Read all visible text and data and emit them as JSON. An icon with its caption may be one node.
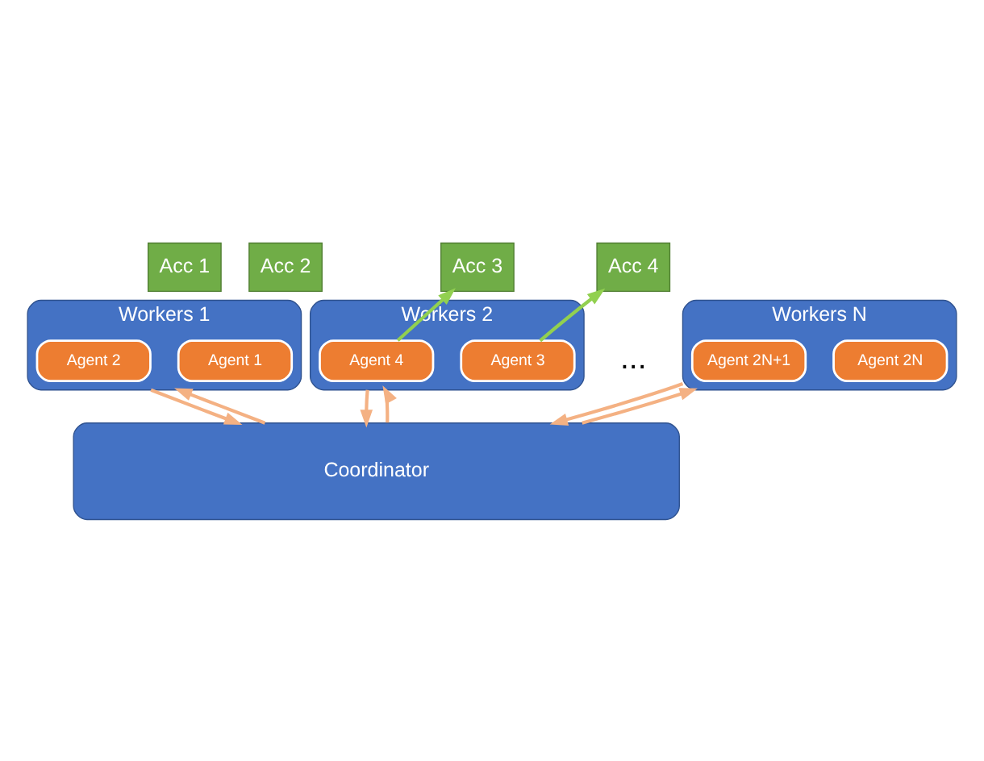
{
  "diagram": {
    "nodes": [
      {
        "text": [
          "Acc 1"
        ]
      },
      {
        "text": [
          "Acc 2"
        ]
      },
      {
        "text": [
          "Acc 3"
        ]
      },
      {
        "text": [
          "Acc 4"
        ]
      },
      {
        "text": [
          "Workers 1"
        ]
      },
      {
        "text": [
          "Agent 1"
        ],
        "in": 4
      },
      {
        "text": [
          "Agent 2"
        ],
        "in": 4
      },
      {
        "text": [
          "Workers 2"
        ]
      },
      {
        "text": [
          "Agent 3"
        ],
        "in": 7
      },
      {
        "text": [
          "Agent 4"
        ],
        "in": 7
      },
      {
        "text": [
          "Workers N"
        ]
      },
      {
        "text": [
          "Agent 2N"
        ],
        "in": 10
      },
      {
        "text": [
          "Agent 2N+1"
        ],
        "in": 10
      },
      {
        "text": [
          "Coordinator"
        ]
      }
    ],
    "edges": [
      {
        "from": 9,
        "to": 2,
        "arrow": "to",
        "color": "#92d050"
      },
      {
        "from": 8,
        "to": 3,
        "arrow": "to",
        "color": "#92d050"
      },
      {
        "from": 4,
        "to": 13,
        "arrow": "to",
        "color": "#f4b183"
      },
      {
        "from": 13,
        "to": 4,
        "arrow": "to",
        "color": "#f4b183"
      },
      {
        "from": 7,
        "to": 13,
        "arrow": "to",
        "color": "#f4b183"
      },
      {
        "from": 13,
        "to": 7,
        "arrow": "to",
        "color": "#f4b183"
      },
      {
        "from": 10,
        "to": 13,
        "arrow": "to",
        "color": "#f4b183"
      },
      {
        "from": 13,
        "to": 10,
        "arrow": "to",
        "color": "#f4b183"
      }
    ],
    "labels": [
      "..."
    ]
  }
}
